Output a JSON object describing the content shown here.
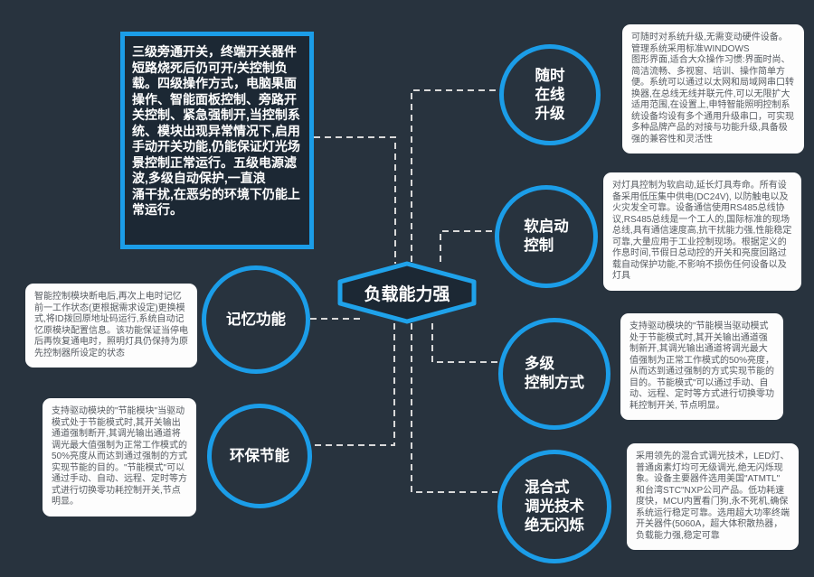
{
  "colors": {
    "background": "#28333e",
    "accent_blue": "#1b9de8",
    "node_fill": "#1c2834",
    "card_bg": "#fdfdfd",
    "card_text": "#565b61",
    "connector": "#d9d9d9",
    "white_text": "#ffffff"
  },
  "center": {
    "label": "负载能力强"
  },
  "intro_box": {
    "text": "三级旁通开关，终端开关器件短路烧死后仍可开/关控制负载。四级操作方式，电脑果面操作、智能面板控制、旁路开关控制、紧急强制开,当控制系统、模块出现异常情况下,启用手动开关功能,仍能保证灯光场景控制正常运行。五级电源滤波,多级自动保护,一直浪\n涌干扰,在恶劣的环境下仍能上常运行。"
  },
  "left_branches": [
    {
      "label": "记忆功能",
      "description": "智能控制模块断电后,再次上电时记忆前一工作状态(更根据需求设定)更换模式,将ID拨回原地址码运行,系统自动记忆原模块配置信息。该功能保证当停电后再恢复通电时，照明灯具仍保持为原先控制器所设定的状态"
    },
    {
      "label": "环保节能",
      "description": "支持驱动模块的\"节能模块\"当驱动模式处于节能模式时,其开关输出通道强制断开,其调光输出通道将调光最大值强制为正常工作模式的50%亮度从而达到通过强制的方式实现节能的目的。\"节能模式\"可以通过手动、自动、远程、定时等方式进行切换零功耗控制开关,节点明显。"
    }
  ],
  "right_branches": [
    {
      "label": "随时\n在线\n升级",
      "description": "可随时对系统升级,无需变动硬件设备。管理系统采用标准WINDOWS\n图形界面,适合大众操作习惯:界面时尚、简洁流畅、多视窗、培训、操作简单方便。系统可以通过以太网和局域网串口转换器,在总线无线并联元件,可以无限扩大适用范围,在设置上,申特智能照明控制系统设备均设有多个通用升级串口，可实现多种品牌产品的对接与功能升级,具备极强的兼容性和灵活性"
    },
    {
      "label": "软启动\n控制",
      "description": "对灯具控制为软启动,延长灯具寿命。所有设备采用低压集中供电(DC24V), 以防触电以及火灾发全可靠。设备通信使用RS485总线协议,RS485总线是一个工人的,国际标准的现场总线,具有通信速度高,抗干扰能力强,性能稳定可靠,大量应用于工业控制现场。根据定义的作息时间,节假日总动控的开关和亮度回路过载自动保护功能,不影响不损伤任何设备以及灯具"
    },
    {
      "label": "多级\n控制方式",
      "description": "支持驱动模块的\"节能模当驱动模式处于节能模式时,其开关输出通道强制新开,其调光输出通道将调光最大值强制为正常工作模式的50%亮度，从而达到通过强制的方式实现节能的目的。节能模式\"可以通过手动、自动、远程、定时等方式进行切换零功耗控制开关, 节点明显。"
    },
    {
      "label": "混合式\n调光技术\n绝无闪烁",
      "description": "采用领先的混合式调光技术，LED灯、普通卤素灯均可无级调光,绝无闪烁现象。设备主要器件选用美国\"ATMTL\" 和台湾STC\"NXP公司产品。低功耗速度快，MCU内置看门狗,永不死机,确保系统运行稳定可靠。选用超大功率终端开关器件(5060A，超大体积散热器，负载能力强,稳定可靠"
    }
  ]
}
